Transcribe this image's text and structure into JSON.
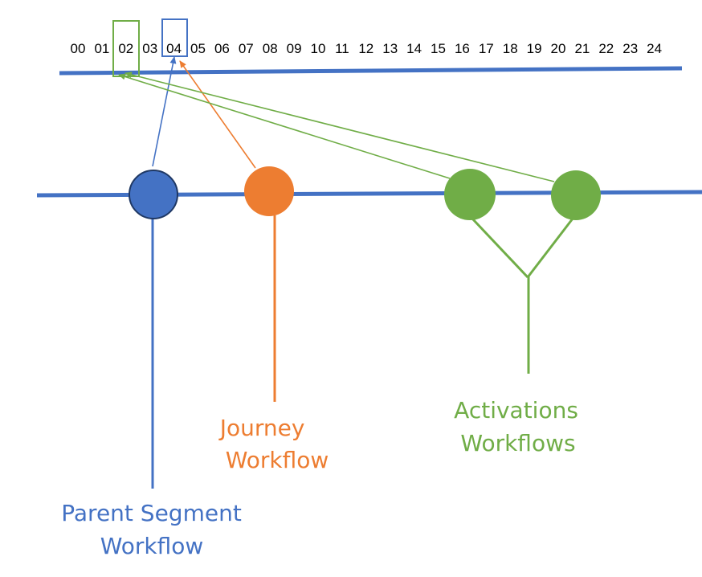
{
  "colors": {
    "timeline": "#4472C4",
    "parent": "#4472C4",
    "journey": "#ED7D31",
    "activations": "#70AD47",
    "text": "#000000"
  },
  "hours": [
    "00",
    "01",
    "02",
    "03",
    "04",
    "05",
    "06",
    "07",
    "08",
    "09",
    "10",
    "11",
    "12",
    "13",
    "14",
    "15",
    "16",
    "17",
    "18",
    "19",
    "20",
    "21",
    "22",
    "23",
    "24"
  ],
  "highlights": [
    {
      "hour": "02",
      "color": "#70AD47"
    },
    {
      "hour": "04",
      "color": "#4472C4"
    }
  ],
  "workflows": {
    "parent": {
      "label_line1": "Parent Segment",
      "label_line2": "Workflow",
      "color": "#4472C4",
      "target_hour": "04"
    },
    "journey": {
      "label_line1": "Journey",
      "label_line2": "Workflow",
      "color": "#ED7D31",
      "target_hour": "04"
    },
    "activations": {
      "label_line1": "Activations",
      "label_line2": "Workflows",
      "color": "#70AD47",
      "target_hour": "02"
    }
  }
}
